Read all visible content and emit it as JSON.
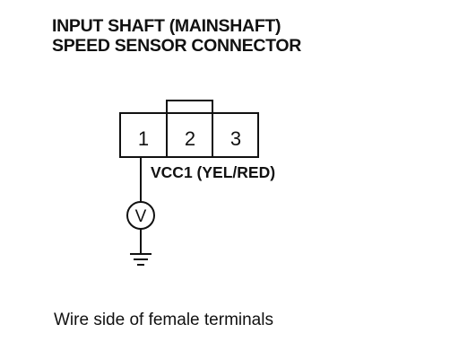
{
  "title": {
    "line1": "INPUT SHAFT (MAINSHAFT)",
    "line2": "SPEED SENSOR CONNECTOR"
  },
  "connector": {
    "pins": [
      "1",
      "2",
      "3"
    ]
  },
  "wire_label": "VCC1 (YEL/RED)",
  "meter_symbol": "V",
  "caption": "Wire side of female terminals"
}
